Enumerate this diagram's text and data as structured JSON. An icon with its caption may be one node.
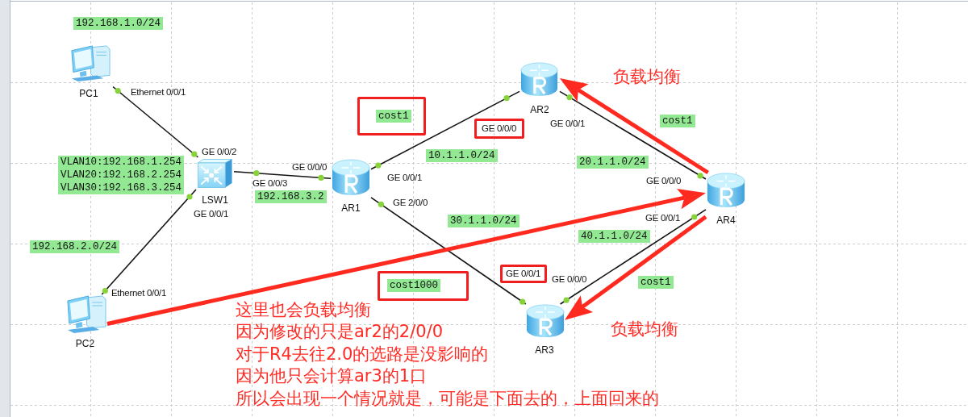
{
  "diagram": {
    "nodes": [
      {
        "text": [
          "PC1"
        ],
        "beside": [
          "Ethernet 0/0/1"
        ]
      },
      {
        "text": [
          "LSW1"
        ],
        "beside": [
          "GE 0/0/2",
          "GE 0/0/3",
          "GE 0/0/1"
        ]
      },
      {
        "text": [
          "PC2"
        ],
        "beside": [
          "Ethernet 0/0/1"
        ]
      },
      {
        "text": [
          "AR1"
        ],
        "beside": [
          "GE 0/0/0",
          "GE 0/0/1",
          "GE 2/0/0"
        ]
      },
      {
        "text": [
          "cost1"
        ]
      },
      {
        "text": [
          "cost1000"
        ]
      },
      {
        "text": [
          "GE 0/0/0"
        ]
      },
      {
        "text": [
          "AR2"
        ],
        "beside": [
          "GE 0/0/1"
        ]
      },
      {
        "text": [
          "GE 0/0/1"
        ]
      },
      {
        "text": [
          "AR3"
        ]
      },
      {
        "text": [
          "AR4"
        ],
        "beside": [
          "GE 0/0/0",
          "GE 0/0/1"
        ]
      }
    ],
    "edges": [
      {
        "from": 0,
        "to": 1,
        "arrow": "none"
      },
      {
        "from": 1,
        "to": 3,
        "arrow": "none"
      },
      {
        "from": 1,
        "to": 2,
        "arrow": "none"
      },
      {
        "from": 3,
        "to": 7,
        "arrow": "none"
      },
      {
        "from": 3,
        "to": 9,
        "arrow": "none"
      },
      {
        "from": 7,
        "to": 10,
        "arrow": "none"
      },
      {
        "from": 9,
        "to": 10,
        "arrow": "none"
      },
      {
        "from": 2,
        "to": 10,
        "arrow": "to",
        "style": "thick",
        "color": "#ff2a1f"
      },
      {
        "from": 10,
        "to": 7,
        "arrow": "to",
        "style": "thick",
        "color": "#ff2a1f"
      },
      {
        "from": 10,
        "to": 9,
        "arrow": "to",
        "style": "thick",
        "color": "#ff2a1f"
      }
    ],
    "labels": [
      "192.168.1.0/24",
      "VLAN10:192.168.1.254",
      "VLAN20:192.168.2.254",
      "VLAN30:192.168.3.254",
      "192.168.2.0/24",
      "192.168.3.2",
      "10.1.1.0/24",
      "30.1.1.0/24",
      "负载均衡",
      "cost1",
      "20.1.1.0/24",
      "40.1.1.0/24",
      "GE 0/0/0",
      "cost1",
      "负载均衡",
      "这里也会负载均衡",
      "因为修改的只是ar2的2/0/0",
      "对于R4去往2.0的选路是没影响的",
      "因为他只会计算ar3的1口",
      "所以会出现一个情况就是，可能是下面去的，上面回来的"
    ]
  }
}
